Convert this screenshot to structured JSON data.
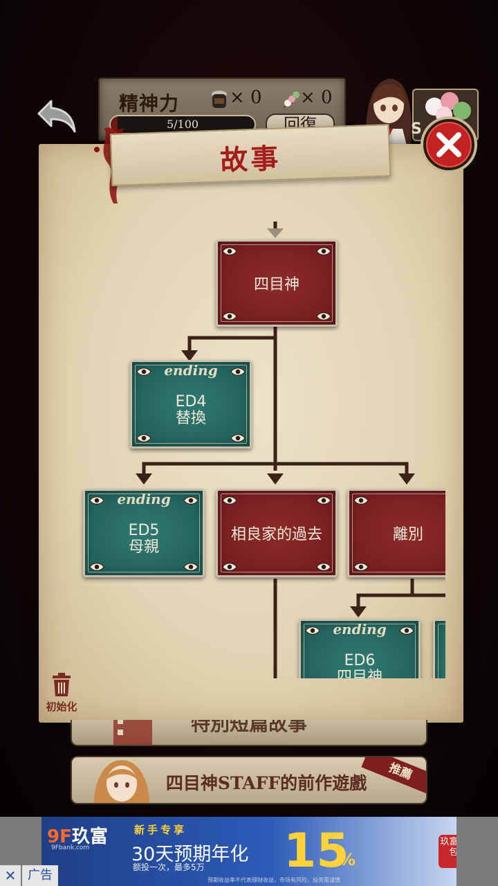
{
  "hud": {
    "stamina_label": "精神力",
    "jar_count": "× 0",
    "dango_count": "× 0",
    "stamina_value": "5/100",
    "stamina_fraction": 0.05,
    "recover_label": "回復",
    "shop_label": "S"
  },
  "colors": {
    "node_red": "#7a2022",
    "node_teal": "#256660",
    "branch_line": "#3a2218",
    "title_red": "#a31d1a",
    "close_red": "#c42222"
  },
  "icons": {
    "back": "back-arrow-icon",
    "close": "close-x-icon",
    "reset": "trash-icon",
    "node_corner": "eye-icon"
  },
  "story": {
    "title": "故事",
    "nodes": {
      "root": {
        "label": "四目神"
      },
      "ed4": {
        "tag": "ending",
        "code": "ED4",
        "name": "替換"
      },
      "ed5": {
        "tag": "ending",
        "code": "ED5",
        "name": "母親"
      },
      "past": {
        "label": "相良家的過去"
      },
      "parting": {
        "label": "離別"
      },
      "ed6": {
        "tag": "ending",
        "code": "ED6",
        "name": "四目神"
      }
    },
    "reset_label": "初始化"
  },
  "buttons": {
    "special_story": "特別短篇故事",
    "prequel": "四目神STAFF的前作遊戲",
    "recommend_tag": "推薦"
  },
  "ad": {
    "logo": "玖富",
    "logo_prefix": "9F",
    "logo_sub": "9Fbank.com",
    "keyword": "新手专享",
    "headline": "30天预期年化",
    "rate": "15",
    "percent": "%",
    "sub": "额投一次，最多5万",
    "disclaimer": "预期收益率不代表理财收益，市场有风险，投资需谨慎",
    "badge": "玖富钱包",
    "close": "✕",
    "tag": "广告"
  }
}
